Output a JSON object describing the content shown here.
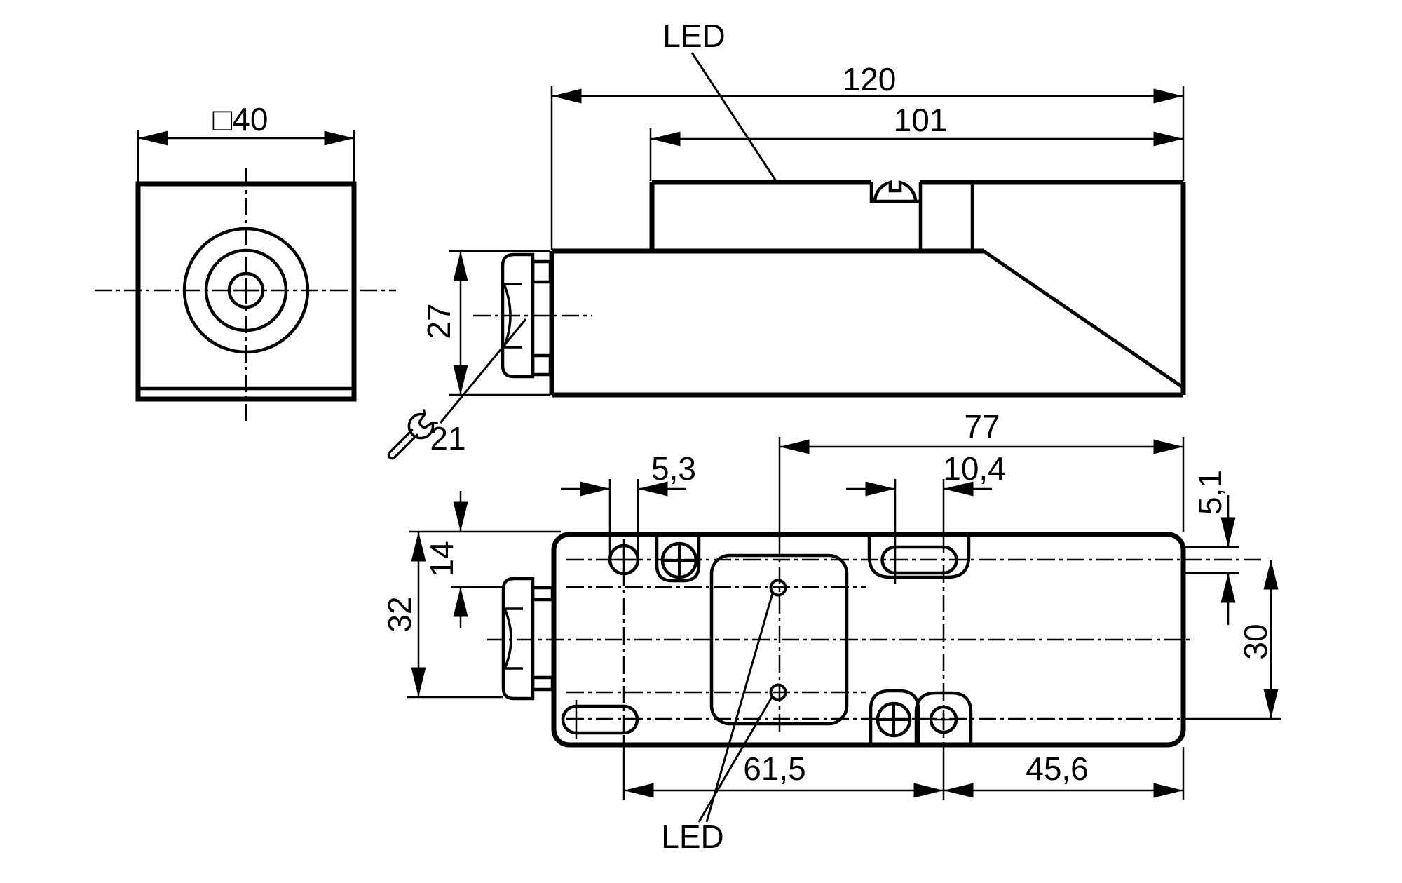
{
  "drawing": {
    "colors": {
      "line": "#000000",
      "background": "#ffffff"
    },
    "front_view": {
      "width_label": "□40"
    },
    "side_view": {
      "total_length_label": "120",
      "head_length_label": "101",
      "body_height_label": "27",
      "led_label": "LED",
      "wrench_size_label": "21",
      "wrench_icon": "open-end-wrench"
    },
    "bottom_view": {
      "hole_span_label": "77",
      "hole_diameter_label": "5,3",
      "slot_length_label": "10,4",
      "edge_offset_label": "14",
      "body_width_label": "32",
      "slot_width_label": "5,1",
      "row_span_label": "30",
      "left_span_label": "61,5",
      "right_span_label": "45,6",
      "led_label": "LED"
    }
  }
}
